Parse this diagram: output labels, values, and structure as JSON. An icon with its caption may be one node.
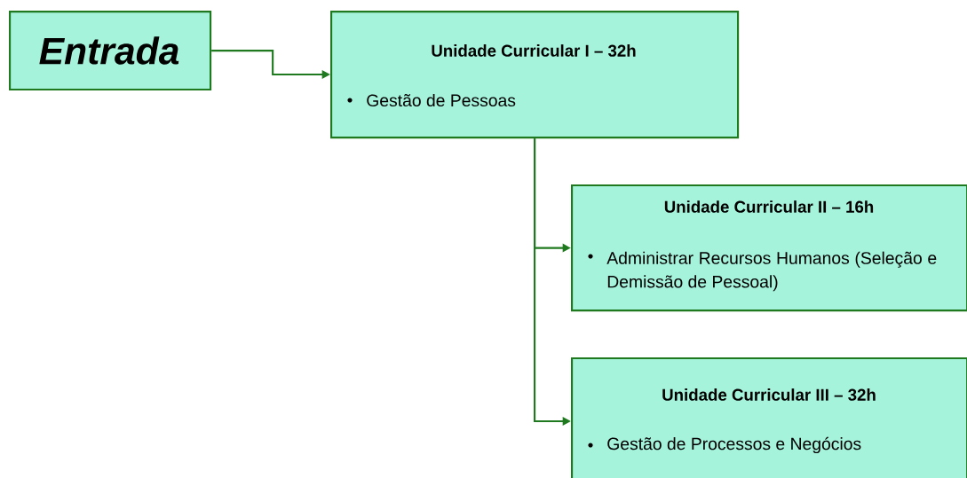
{
  "diagram": {
    "nodes": [
      {
        "text": [
          "Entrada"
        ]
      },
      {
        "text": [
          "Unidade Curricular I – 32h",
          "Gestão de Pessoas"
        ]
      },
      {
        "text": [
          "Unidade Curricular II – 16h",
          "Administrar Recursos Humanos (Seleção e Demissão de Pessoal)"
        ]
      },
      {
        "text": [
          "Unidade Curricular III – 32h",
          "Gestão de Processos e Negócios"
        ]
      }
    ],
    "edges": [
      {
        "from": 0,
        "to": 1,
        "arrow": "to"
      },
      {
        "from": 1,
        "to": 2,
        "arrow": "to"
      },
      {
        "from": 1,
        "to": 3,
        "arrow": "to"
      }
    ]
  }
}
